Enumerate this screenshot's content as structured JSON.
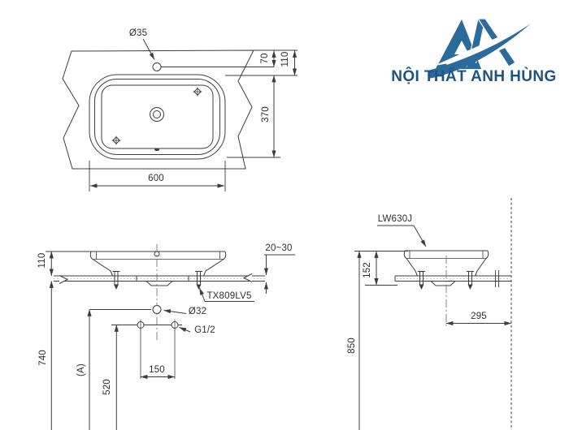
{
  "brand": {
    "name": "NỘI THẤT ANH HÙNG",
    "graphic_color": "#2a6b9b",
    "text_color": "#1d5486"
  },
  "drawing": {
    "line_color": "#3d3d3d",
    "product_code": "LW630J",
    "mounting_kit": "TX809LV5",
    "plan": {
      "faucet_hole_dia": "Ø35",
      "hole_offset": "70",
      "deck_front_offset": "110",
      "basin_depth": "370",
      "basin_width": "600"
    },
    "front": {
      "rim_above_counter": "110",
      "counter_thickness": "20~30",
      "mounting_kit": "TX809LV5",
      "drain_dia": "Ø32",
      "supply_thread": "G1/2",
      "supply_spacing": "150",
      "counter_underside_height": "740",
      "drain_height_label": "(A)",
      "supply_height": "520"
    },
    "side": {
      "product_code": "LW630J",
      "rim_height_above_counter": "152",
      "drain_to_wall": "295",
      "counter_top_height": "850"
    }
  }
}
